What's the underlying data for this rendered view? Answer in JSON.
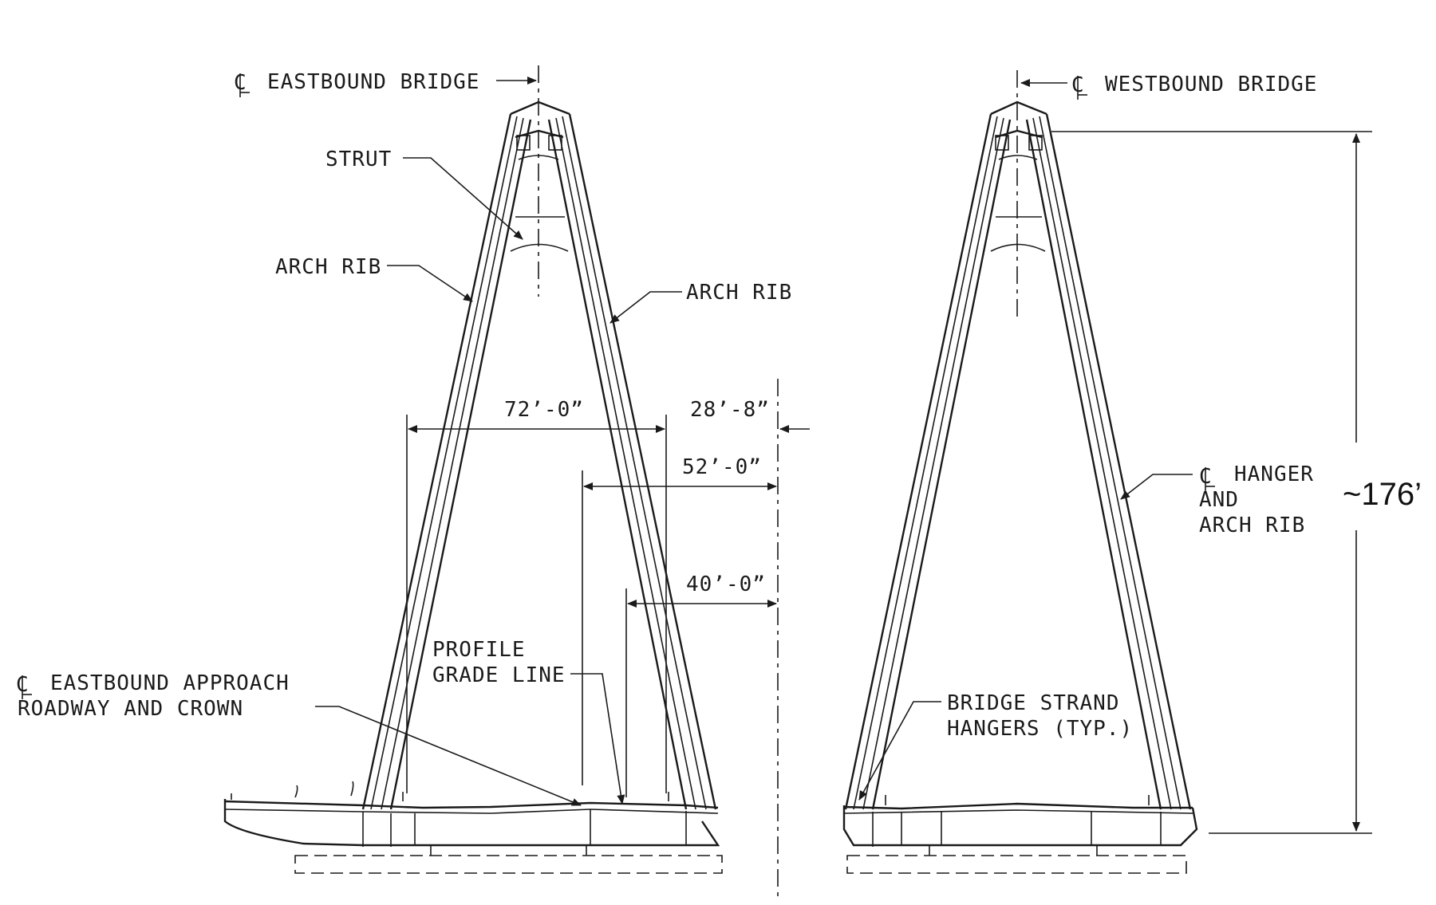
{
  "labels": {
    "cl_eastbound_bridge": "EASTBOUND BRIDGE",
    "cl_westbound_bridge": "WESTBOUND BRIDGE",
    "strut": "STRUT",
    "arch_rib_left": "ARCH RIB",
    "arch_rib_right": "ARCH RIB",
    "profile_grade_line_1": "PROFILE",
    "profile_grade_line_2": "GRADE LINE",
    "approach_1": "EASTBOUND APPROACH",
    "approach_2": "ROADWAY AND CROWN",
    "hanger_1": "HANGER",
    "hanger_2": "AND",
    "hanger_3": "ARCH RIB",
    "strand_1": "BRIDGE STRAND",
    "strand_2": "HANGERS (TYP.)"
  },
  "dimensions": {
    "d72": "72’-0”",
    "d28": "28’-8”",
    "d52": "52’-0”",
    "d40": "40’-0”",
    "height": "~176’"
  },
  "colors": {
    "ink": "#1a1a1a",
    "background": "#ffffff"
  }
}
